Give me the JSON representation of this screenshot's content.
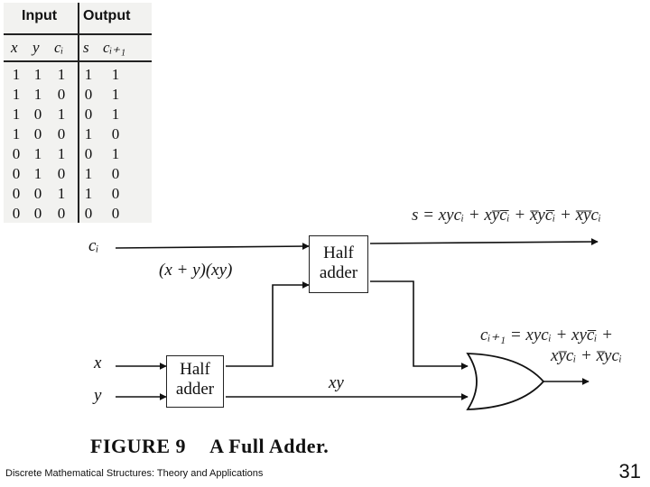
{
  "truth_table": {
    "group_headers": [
      "Input",
      "Output"
    ],
    "columns": [
      "x",
      "y",
      "cᵢ",
      "s",
      "cᵢ₊₁"
    ],
    "rows": [
      [
        "1",
        "1",
        "1",
        "1",
        "1"
      ],
      [
        "1",
        "1",
        "0",
        "0",
        "1"
      ],
      [
        "1",
        "0",
        "1",
        "0",
        "1"
      ],
      [
        "1",
        "0",
        "0",
        "1",
        "0"
      ],
      [
        "0",
        "1",
        "1",
        "0",
        "1"
      ],
      [
        "0",
        "1",
        "0",
        "1",
        "0"
      ],
      [
        "0",
        "0",
        "1",
        "1",
        "0"
      ],
      [
        "0",
        "0",
        "0",
        "0",
        "0"
      ]
    ]
  },
  "diagram": {
    "half_adder_label": "Half adder",
    "input_ci": "cᵢ",
    "input_x": "x",
    "input_y": "y",
    "partial_sum_label": "(x + y)(xy)",
    "carry_label": "xy",
    "sum_equation": "s = xycᵢ + xy̅c̅ᵢ + x̅yc̅ᵢ + x̅y̅cᵢ",
    "carry_equation_line1": "cᵢ₊₁ = xycᵢ + xyc̅ᵢ +",
    "carry_equation_line2": "xy̅cᵢ + x̅ycᵢ"
  },
  "caption": {
    "figure": "FIGURE 9",
    "title": "A Full Adder."
  },
  "footer": {
    "book": "Discrete Mathematical Structures: Theory and Applications",
    "page": "31"
  }
}
